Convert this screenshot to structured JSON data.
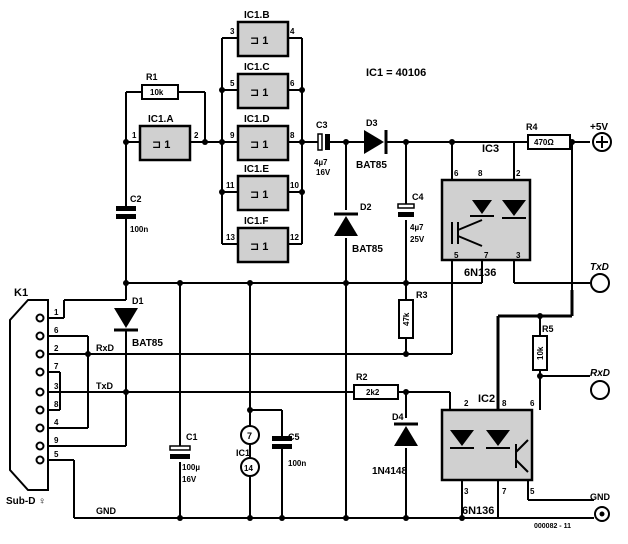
{
  "ic1": {
    "note": "IC1 = 40106",
    "gates": [
      {
        "id": "A",
        "label": "IC1.A",
        "pin_in": "1",
        "pin_out": "2",
        "symbol": "⊐ 1"
      },
      {
        "id": "B",
        "label": "IC1.B",
        "pin_in": "3",
        "pin_out": "4",
        "symbol": "⊐ 1"
      },
      {
        "id": "C",
        "label": "IC1.C",
        "pin_in": "5",
        "pin_out": "6",
        "symbol": "⊐ 1"
      },
      {
        "id": "D",
        "label": "IC1.D",
        "pin_in": "9",
        "pin_out": "8",
        "symbol": "⊐ 1"
      },
      {
        "id": "E",
        "label": "IC1.E",
        "pin_in": "11",
        "pin_out": "10",
        "symbol": "⊐ 1"
      },
      {
        "id": "F",
        "label": "IC1.F",
        "pin_in": "13",
        "pin_out": "12",
        "symbol": "⊐ 1"
      }
    ],
    "power": {
      "label": "IC1",
      "pin_top": "7",
      "pin_bottom": "14"
    }
  },
  "components": {
    "r1": {
      "name": "R1",
      "value": "10k"
    },
    "r2": {
      "name": "R2",
      "value": "2k2"
    },
    "r3": {
      "name": "R3",
      "value": "47k"
    },
    "r4": {
      "name": "R4",
      "value": "470Ω"
    },
    "r5": {
      "name": "R5",
      "value": "10k"
    },
    "c1": {
      "name": "C1",
      "value": "100µ",
      "voltage": "16V"
    },
    "c2": {
      "name": "C2",
      "value": "100n"
    },
    "c3": {
      "name": "C3",
      "value": "4µ7",
      "voltage": "16V"
    },
    "c4": {
      "name": "C4",
      "value": "4µ7",
      "voltage": "25V"
    },
    "c5": {
      "name": "C5",
      "value": "100n"
    },
    "d1": {
      "name": "D1",
      "type": "BAT85"
    },
    "d2": {
      "name": "D2",
      "type": "BAT85"
    },
    "d3": {
      "name": "D3",
      "type": "BAT85"
    },
    "d4": {
      "name": "D4",
      "type": "1N4148"
    }
  },
  "optocouplers": {
    "ic3": {
      "name": "IC3",
      "type": "6N136",
      "pins": [
        "6",
        "8",
        "2",
        "5",
        "7",
        "3"
      ]
    },
    "ic2": {
      "name": "IC2",
      "type": "6N136",
      "pins": [
        "2",
        "8",
        "6",
        "3",
        "7",
        "5"
      ]
    }
  },
  "connector": {
    "name": "K1",
    "type": "Sub-D ♀",
    "pins": [
      "1",
      "6",
      "2",
      "7",
      "3",
      "8",
      "4",
      "9",
      "5"
    ],
    "signals": {
      "rxd": "RxD",
      "txd": "TxD",
      "gnd": "GND"
    }
  },
  "terminals": {
    "vcc": "+5V",
    "txd": "TxD",
    "rxd": "RxD",
    "gnd": "GND"
  },
  "figure_code": "000082 - 11"
}
